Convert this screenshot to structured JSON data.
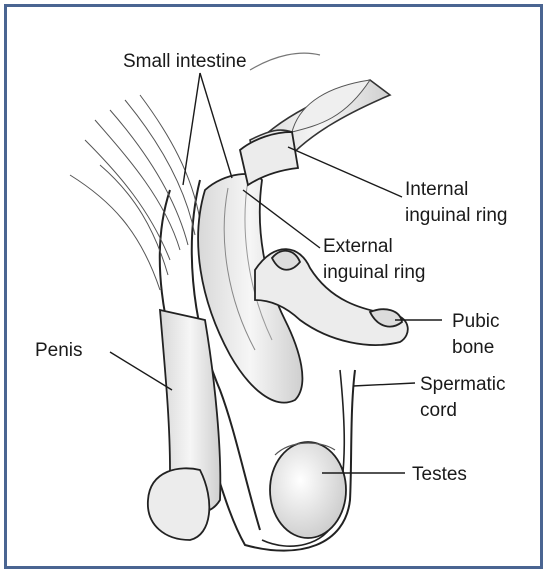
{
  "labels": {
    "small_intestine": "Small intestine",
    "internal_ring_1": "Internal",
    "internal_ring_2": "inguinal ring",
    "external_ring_1": "External",
    "external_ring_2": "inguinal ring",
    "pubic_1": "Pubic",
    "pubic_2": "bone",
    "penis": "Penis",
    "spermatic_1": "Spermatic",
    "spermatic_2": "cord",
    "testes": "Testes"
  },
  "colors": {
    "frame": "#4a6592",
    "ink": "#1a1a1a",
    "shade": "#cfcfcf"
  }
}
